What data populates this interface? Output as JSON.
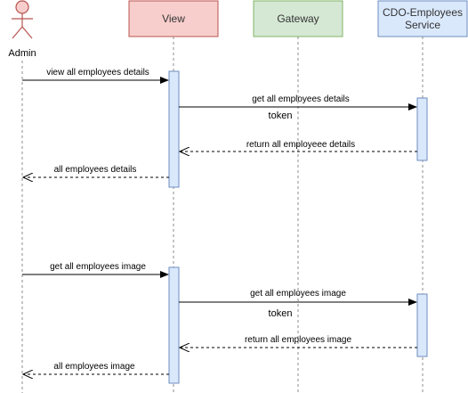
{
  "actor": {
    "name": "Admin"
  },
  "participants": [
    {
      "id": "view",
      "lines": [
        "View"
      ],
      "fill": "#f8cecc",
      "stroke": "#b85450"
    },
    {
      "id": "gateway",
      "lines": [
        "Gateway"
      ],
      "fill": "#d5e8d4",
      "stroke": "#82b366"
    },
    {
      "id": "cdo",
      "lines": [
        "CDO-Employees",
        "Service"
      ],
      "fill": "#dae8fc",
      "stroke": "#6c8ebf"
    }
  ],
  "messages": [
    {
      "id": "m1",
      "label": "view all employees details",
      "from": "admin",
      "to": "view",
      "style": "solid"
    },
    {
      "id": "m2",
      "label": "get all employees details",
      "from": "view",
      "to": "cdo",
      "style": "solid",
      "note": "token"
    },
    {
      "id": "m3",
      "label": "return all employeee details",
      "from": "cdo",
      "to": "view",
      "style": "dashed"
    },
    {
      "id": "m4",
      "label": "all employees details",
      "from": "view",
      "to": "admin",
      "style": "dashed"
    },
    {
      "id": "m5",
      "label": "get all employees image",
      "from": "admin",
      "to": "view",
      "style": "solid"
    },
    {
      "id": "m6",
      "label": "get all employees image",
      "from": "view",
      "to": "cdo",
      "style": "solid",
      "note": "token"
    },
    {
      "id": "m7",
      "label": "return all employees image",
      "from": "cdo",
      "to": "view",
      "style": "dashed"
    },
    {
      "id": "m8",
      "label": "all employees image",
      "from": "view",
      "to": "admin",
      "style": "dashed"
    }
  ],
  "colors": {
    "actor": "#b85450",
    "lifeline": "#8c8c8c",
    "activation_fill": "#dae8fc",
    "activation_stroke": "#6c8ebf",
    "text": "#000000"
  }
}
